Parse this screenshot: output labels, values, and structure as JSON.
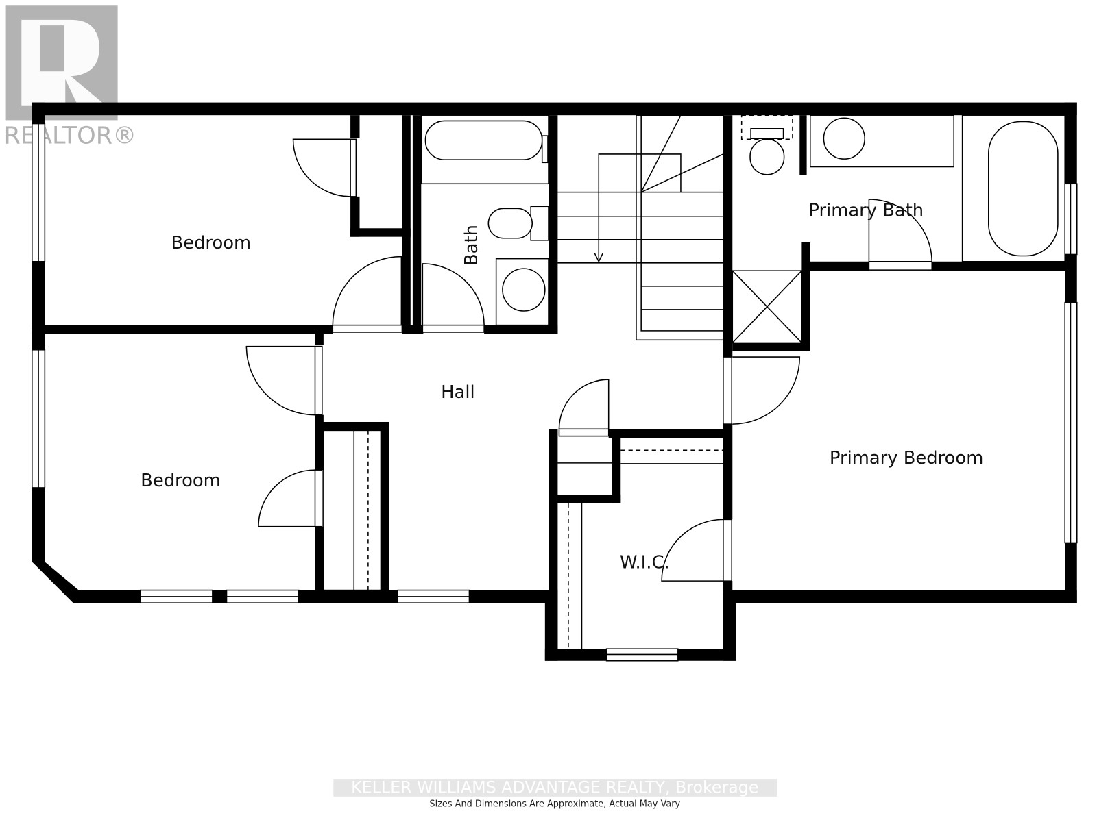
{
  "logo": {
    "text": "REALTOR®",
    "color": "#b3b3b3"
  },
  "rooms": [
    {
      "id": "bedroom-1",
      "label": "Bedroom"
    },
    {
      "id": "bedroom-2",
      "label": "Bedroom"
    },
    {
      "id": "bath",
      "label": "Bath"
    },
    {
      "id": "hall",
      "label": "Hall"
    },
    {
      "id": "primary-bath",
      "label": "Primary Bath"
    },
    {
      "id": "primary-bedroom",
      "label": "Primary Bedroom"
    },
    {
      "id": "wic",
      "label": "W.I.C."
    }
  ],
  "footer": {
    "brokerage": "KELLER WILLIAMS ADVANTAGE REALTY, Brokerage",
    "disclaimer": "Sizes And Dimensions Are Approximate, Actual May Vary"
  }
}
